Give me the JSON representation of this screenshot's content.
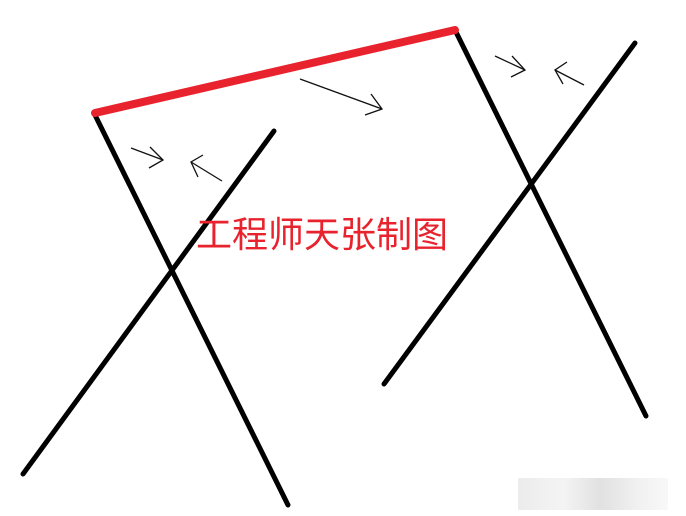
{
  "diagram": {
    "label_text": "工程师天张制图",
    "colors": {
      "background": "#ffffff",
      "line": "#000000",
      "top_bar": "#e8232e",
      "label": "#e8232e"
    },
    "elements": [
      {
        "kind": "bar",
        "name": "top-bar-red"
      },
      {
        "kind": "leg",
        "name": "left-frame-leg-a"
      },
      {
        "kind": "leg",
        "name": "left-frame-leg-b"
      },
      {
        "kind": "leg",
        "name": "right-frame-leg-a"
      },
      {
        "kind": "leg",
        "name": "right-frame-leg-b"
      },
      {
        "kind": "arrow",
        "name": "direction-arrow-top"
      },
      {
        "kind": "arrow-pair",
        "name": "inward-arrows-left"
      },
      {
        "kind": "arrow-pair",
        "name": "inward-arrows-right"
      }
    ]
  }
}
